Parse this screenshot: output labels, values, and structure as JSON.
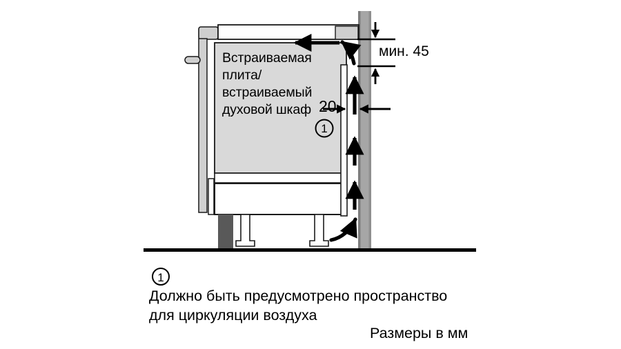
{
  "diagram": {
    "title_text": "Встраиваемая\nплита/\nвстраиваемый\nдуховой шкаф",
    "appliance_label_lines": [
      "Встраиваемая",
      "плита/",
      "встраиваемый",
      "духовой шкаф"
    ],
    "dimensions": {
      "min_clearance": "мин. 45",
      "gap_depth": "20"
    },
    "markers": {
      "callout_1": "1",
      "callout_1_inline": "1"
    },
    "colors": {
      "appliance_fill": "#d9d9d9",
      "countertop_fill": "#cfcfcf",
      "wall_fill": "#a6a6a6",
      "wall_edge": "#808080",
      "plinth_fill": "#595959",
      "outline": "#1a1a1a",
      "floor": "#000000",
      "arrow": "#000000",
      "background": "#ffffff"
    }
  },
  "caption": {
    "marker": "1",
    "line1": "Должно быть предусмотрено пространство",
    "line2": "для циркуляции воздуха",
    "units": "Размеры в мм"
  }
}
